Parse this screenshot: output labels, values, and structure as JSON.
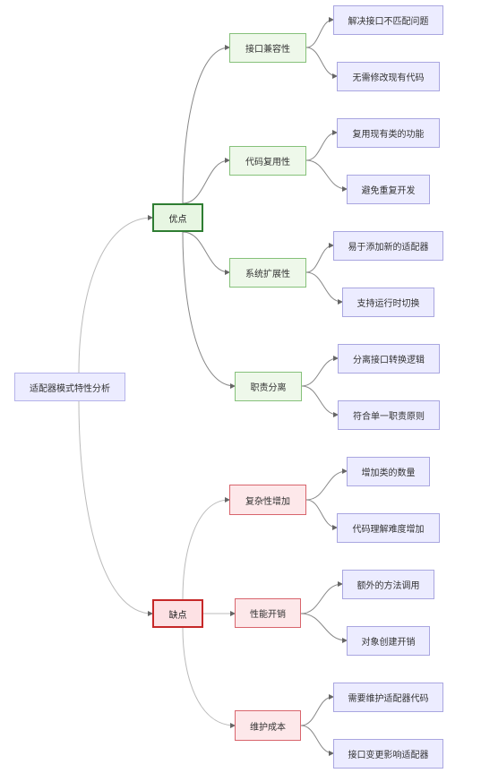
{
  "colors": {
    "root_fill": "#ececff",
    "pros_fill": "#e7f6e2",
    "pros_border": "#2e7d32",
    "cons_fill": "#fde1e4",
    "cons_border": "#c62828",
    "leaf_fill": "#ececff",
    "edge": "#888888"
  },
  "root": {
    "label": "适配器模式特性分析"
  },
  "pros": {
    "label": "优点",
    "items": [
      {
        "label": "接口兼容性",
        "children": [
          "解决接口不匹配问题",
          "无需修改现有代码"
        ]
      },
      {
        "label": "代码复用性",
        "children": [
          "复用现有类的功能",
          "避免重复开发"
        ]
      },
      {
        "label": "系统扩展性",
        "children": [
          "易于添加新的适配器",
          "支持运行时切换"
        ]
      },
      {
        "label": "职责分离",
        "children": [
          "分离接口转换逻辑",
          "符合单一职责原则"
        ]
      }
    ]
  },
  "cons": {
    "label": "缺点",
    "items": [
      {
        "label": "复杂性增加",
        "children": [
          "增加类的数量",
          "代码理解难度增加"
        ]
      },
      {
        "label": "性能开销",
        "children": [
          "额外的方法调用",
          "对象创建开销"
        ]
      },
      {
        "label": "维护成本",
        "children": [
          "需要维护适配器代码",
          "接口变更影响适配器"
        ]
      }
    ]
  }
}
